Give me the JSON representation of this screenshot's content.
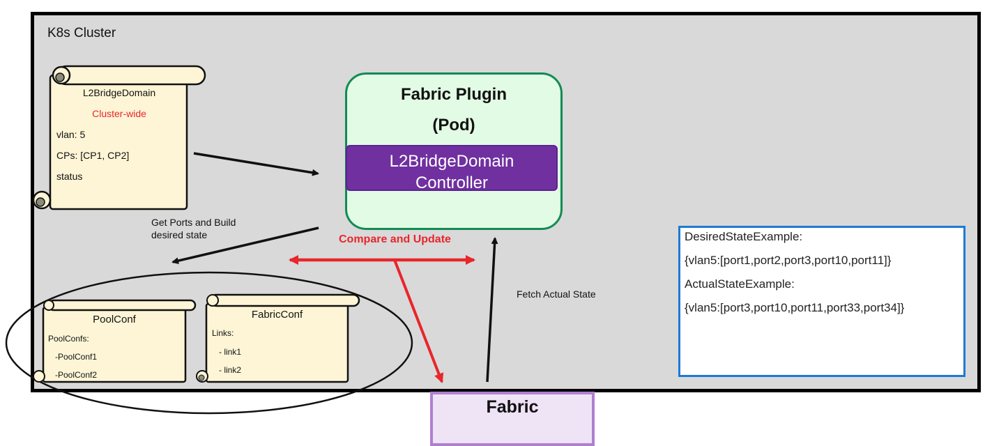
{
  "cluster": {
    "title": "K8s Cluster"
  },
  "l2_scroll": {
    "title": "L2BridgeDomain",
    "scope": "Cluster-wide",
    "vlan": "vlan: 5",
    "cps": "CPs: [CP1, CP2]",
    "status": "status"
  },
  "plugin": {
    "title": "Fabric Plugin",
    "subtitle": "(Pod)",
    "controller_line1": "L2BridgeDomain",
    "controller_line2": "Controller"
  },
  "labels": {
    "get_ports_line1": "Get Ports and Build",
    "get_ports_line2": "desired state",
    "compare_update": "Compare and Update",
    "fetch_actual": "Fetch Actual State"
  },
  "pool_scroll": {
    "title": "PoolConf",
    "header": "PoolConfs:",
    "item1": "-PoolConf1",
    "item2": "-PoolConf2"
  },
  "fabricconf_scroll": {
    "title": "FabricConf",
    "header": "Links:",
    "item1": "- link1",
    "item2": "- link2"
  },
  "state_box": {
    "desired_label": "DesiredStateExample:",
    "desired_value": "{vlan5:[port1,port2,port3,port10,port11]}",
    "actual_label": "ActualStateExample:",
    "actual_value": "{vlan5:[port3,port10,port11,port33,port34]}"
  },
  "fabric": {
    "label": "Fabric"
  },
  "colors": {
    "cluster_bg": "#d9d9d9",
    "scroll_fill": "#fdf5d6",
    "plugin_fill": "#e2fbe4",
    "plugin_border": "#138a55",
    "controller_fill": "#7030a0",
    "accent_red": "#e8262b",
    "state_border": "#1d7ad4",
    "fabric_fill": "#efe3f6",
    "fabric_border": "#b07fd0"
  }
}
